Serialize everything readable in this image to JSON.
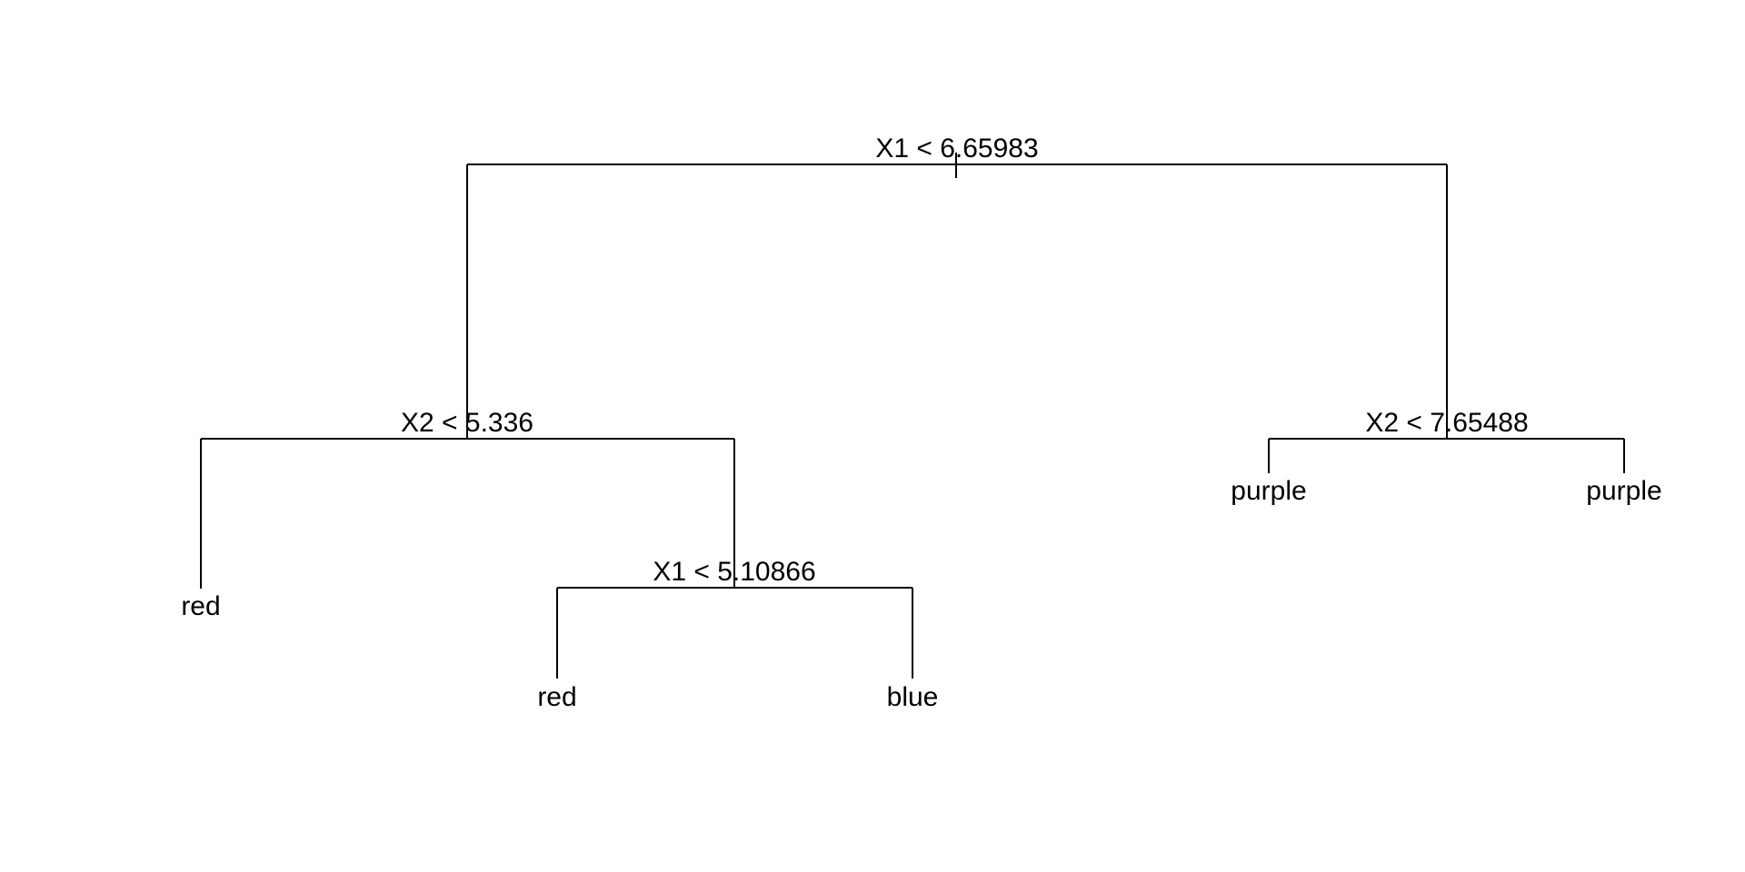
{
  "tree": {
    "splits": [
      {
        "id": "root",
        "condition": "X1 < 6.65983"
      },
      {
        "id": "left",
        "condition": "X2 < 5.336"
      },
      {
        "id": "left-right",
        "condition": "X1 < 5.10866"
      },
      {
        "id": "right",
        "condition": "X2 < 7.65488"
      }
    ],
    "leaves": [
      {
        "id": "leaf-left-left",
        "label": "red"
      },
      {
        "id": "leaf-left-right-left",
        "label": "red"
      },
      {
        "id": "leaf-left-right-right",
        "label": "blue"
      },
      {
        "id": "leaf-right-left",
        "label": "purple"
      },
      {
        "id": "leaf-right-right",
        "label": "purple"
      }
    ],
    "colors": {
      "line": "#000000",
      "text": "#000000",
      "background": "#ffffff"
    }
  }
}
